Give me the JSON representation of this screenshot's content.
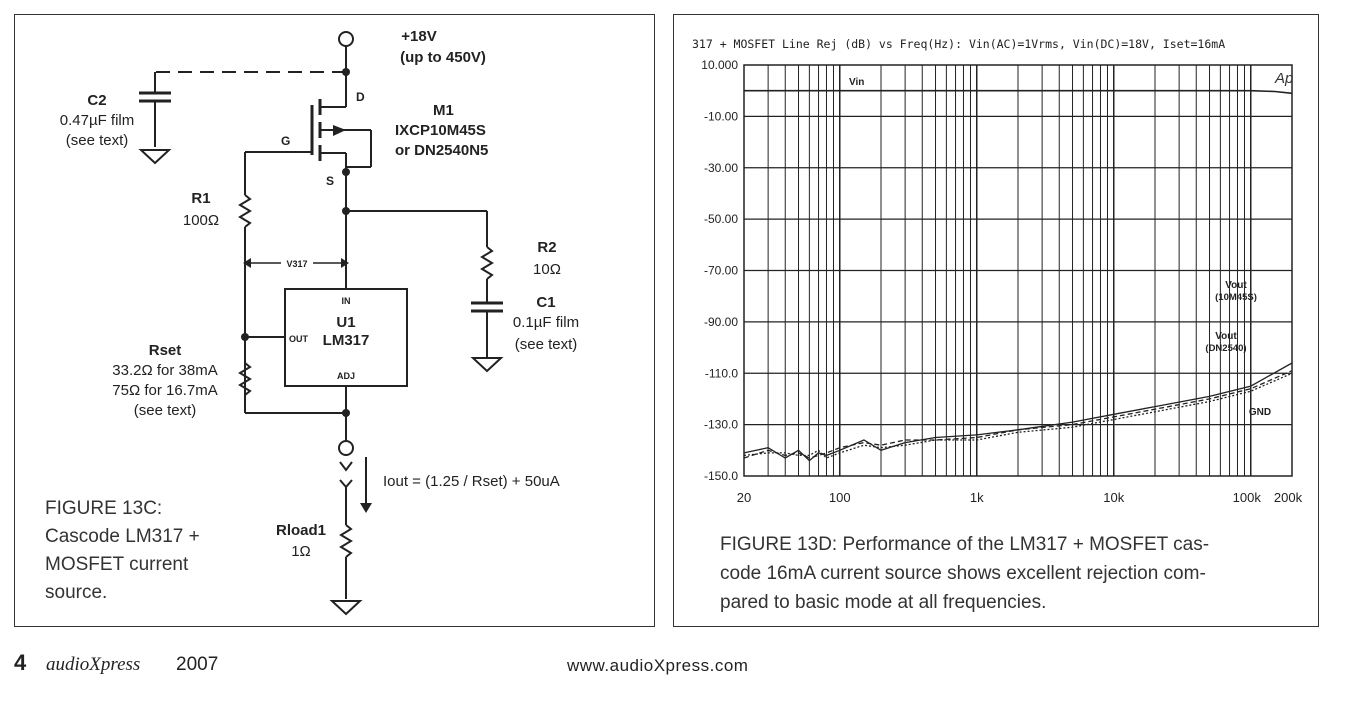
{
  "schematic": {
    "supply_label": "+18V",
    "supply_note": "(up to 450V)",
    "c2": {
      "name": "C2",
      "value": "0.47µF film",
      "note": "(see text)"
    },
    "m1": {
      "name": "M1",
      "part1": "IXCP10M45S",
      "part2": "or DN2540N5",
      "pin_d": "D",
      "pin_g": "G",
      "pin_s": "S"
    },
    "r1": {
      "name": "R1",
      "value": "100Ω"
    },
    "r2": {
      "name": "R2",
      "value": "10Ω"
    },
    "c1": {
      "name": "C1",
      "value": "0.1µF film",
      "note": "(see text)"
    },
    "v317_label": "V317",
    "u1": {
      "pin_in": "IN",
      "name": "U1",
      "part": "LM317",
      "pin_out": "OUT",
      "pin_adj": "ADJ"
    },
    "rset": {
      "name": "Rset",
      "line1": "33.2Ω for 38mA",
      "line2": "75Ω for 16.7mA",
      "note": "(see text)"
    },
    "iout_formula": "Iout  = (1.25 / Rset) + 50uA",
    "rload": {
      "name": "Rload1",
      "value": "1Ω"
    },
    "caption_lines": [
      "FIGURE 13C:",
      "Cascode LM317 +",
      "MOSFET current",
      "source."
    ]
  },
  "chart_data": {
    "type": "line",
    "title": "317 + MOSFET Line Rej (dB) vs Freq(Hz): Vin(AC)=1Vrms, Vin(DC)=18V, Iset=16mA",
    "xscale": "log",
    "xlim": [
      20,
      200000
    ],
    "ylim": [
      -150,
      10
    ],
    "x_tick_labels": [
      "20",
      "100",
      "1k",
      "10k",
      "100k",
      "200k"
    ],
    "y_tick_labels": [
      "10.000",
      "-10.00",
      "-30.00",
      "-50.00",
      "-70.00",
      "-90.00",
      "-110.0",
      "-130.0",
      "-150.0"
    ],
    "grid": true,
    "logo": "Ap",
    "series": [
      {
        "name": "Vin",
        "x": [
          20,
          100,
          1000,
          10000,
          50000,
          100000,
          150000,
          200000
        ],
        "y": [
          0,
          0,
          0,
          0,
          0,
          0,
          -0.3,
          -1
        ]
      },
      {
        "name": "Vout (10M45S)",
        "x": [
          20,
          30,
          40,
          50,
          60,
          70,
          80,
          100,
          150,
          200,
          300,
          500,
          1000,
          2000,
          5000,
          10000,
          20000,
          50000,
          100000,
          200000
        ],
        "y": [
          -141,
          -139,
          -143,
          -140,
          -144,
          -141,
          -142,
          -140,
          -136,
          -140,
          -137,
          -135,
          -134,
          -132,
          -129,
          -126,
          -123,
          -119,
          -115,
          -106
        ]
      },
      {
        "name": "Vout (DN2540)",
        "x": [
          20,
          30,
          40,
          50,
          60,
          70,
          80,
          100,
          150,
          200,
          300,
          500,
          1000,
          2000,
          5000,
          10000,
          20000,
          50000,
          100000,
          200000
        ],
        "y": [
          -143,
          -140,
          -142,
          -141,
          -143,
          -142,
          -141,
          -139,
          -137,
          -138,
          -136,
          -136,
          -135,
          -132,
          -130,
          -127,
          -124,
          -120,
          -116,
          -109
        ]
      },
      {
        "name": "GND",
        "x": [
          20,
          30,
          40,
          50,
          60,
          70,
          80,
          100,
          150,
          200,
          300,
          500,
          1000,
          2000,
          5000,
          10000,
          20000,
          50000,
          100000,
          200000
        ],
        "y": [
          -142,
          -141,
          -141,
          -142,
          -142,
          -140,
          -143,
          -141,
          -138,
          -139,
          -138,
          -136,
          -136,
          -133,
          -131,
          -128,
          -125,
          -121,
          -117,
          -110
        ]
      }
    ],
    "labels": {
      "vin": "Vin",
      "vout1_a": "Vout",
      "vout1_b": "(10M45S)",
      "vout2_a": "Vout",
      "vout2_b": "(DN2540)",
      "gnd": "GND"
    },
    "caption_lines": [
      "FIGURE 13D: Performance of the LM317 + MOSFET cas-",
      "code 16mA current source shows excellent rejection com-",
      "pared to basic mode at all frequencies."
    ]
  },
  "footer": {
    "page": "4",
    "magazine": "audioXpress",
    "year": "2007",
    "url": "www.audioXpress.com"
  }
}
